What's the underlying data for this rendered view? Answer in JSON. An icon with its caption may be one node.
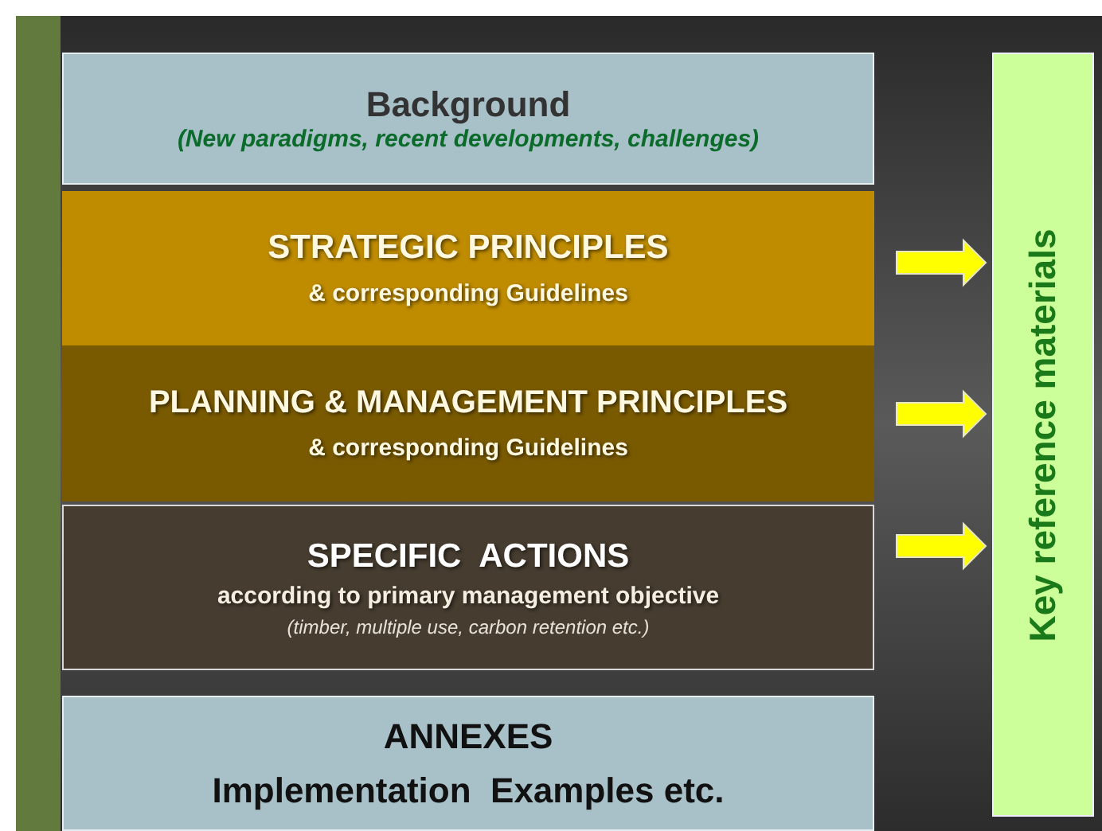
{
  "diagram": {
    "nodes": [
      {
        "text": [
          "Background",
          "(New paradigms, recent developments, challenges)"
        ]
      },
      {
        "text": [
          "STRATEGIC PRINCIPLES",
          "& corresponding Guidelines"
        ]
      },
      {
        "text": [
          "PLANNING & MANAGEMENT PRINCIPLES",
          "& corresponding Guidelines"
        ]
      },
      {
        "text": [
          "SPECIFIC  ACTIONS",
          "according to primary management objective",
          "(timber, multiple use, carbon retention etc.)"
        ]
      },
      {
        "text": [
          "ANNEXES",
          "Implementation  Examples etc."
        ]
      },
      {
        "text": [
          "Key reference materials"
        ]
      }
    ],
    "edges": [
      {
        "from": 1,
        "to": 5,
        "arrow": "to"
      },
      {
        "from": 2,
        "to": 5,
        "arrow": "to"
      },
      {
        "from": 3,
        "to": 5,
        "arrow": "to"
      }
    ]
  }
}
